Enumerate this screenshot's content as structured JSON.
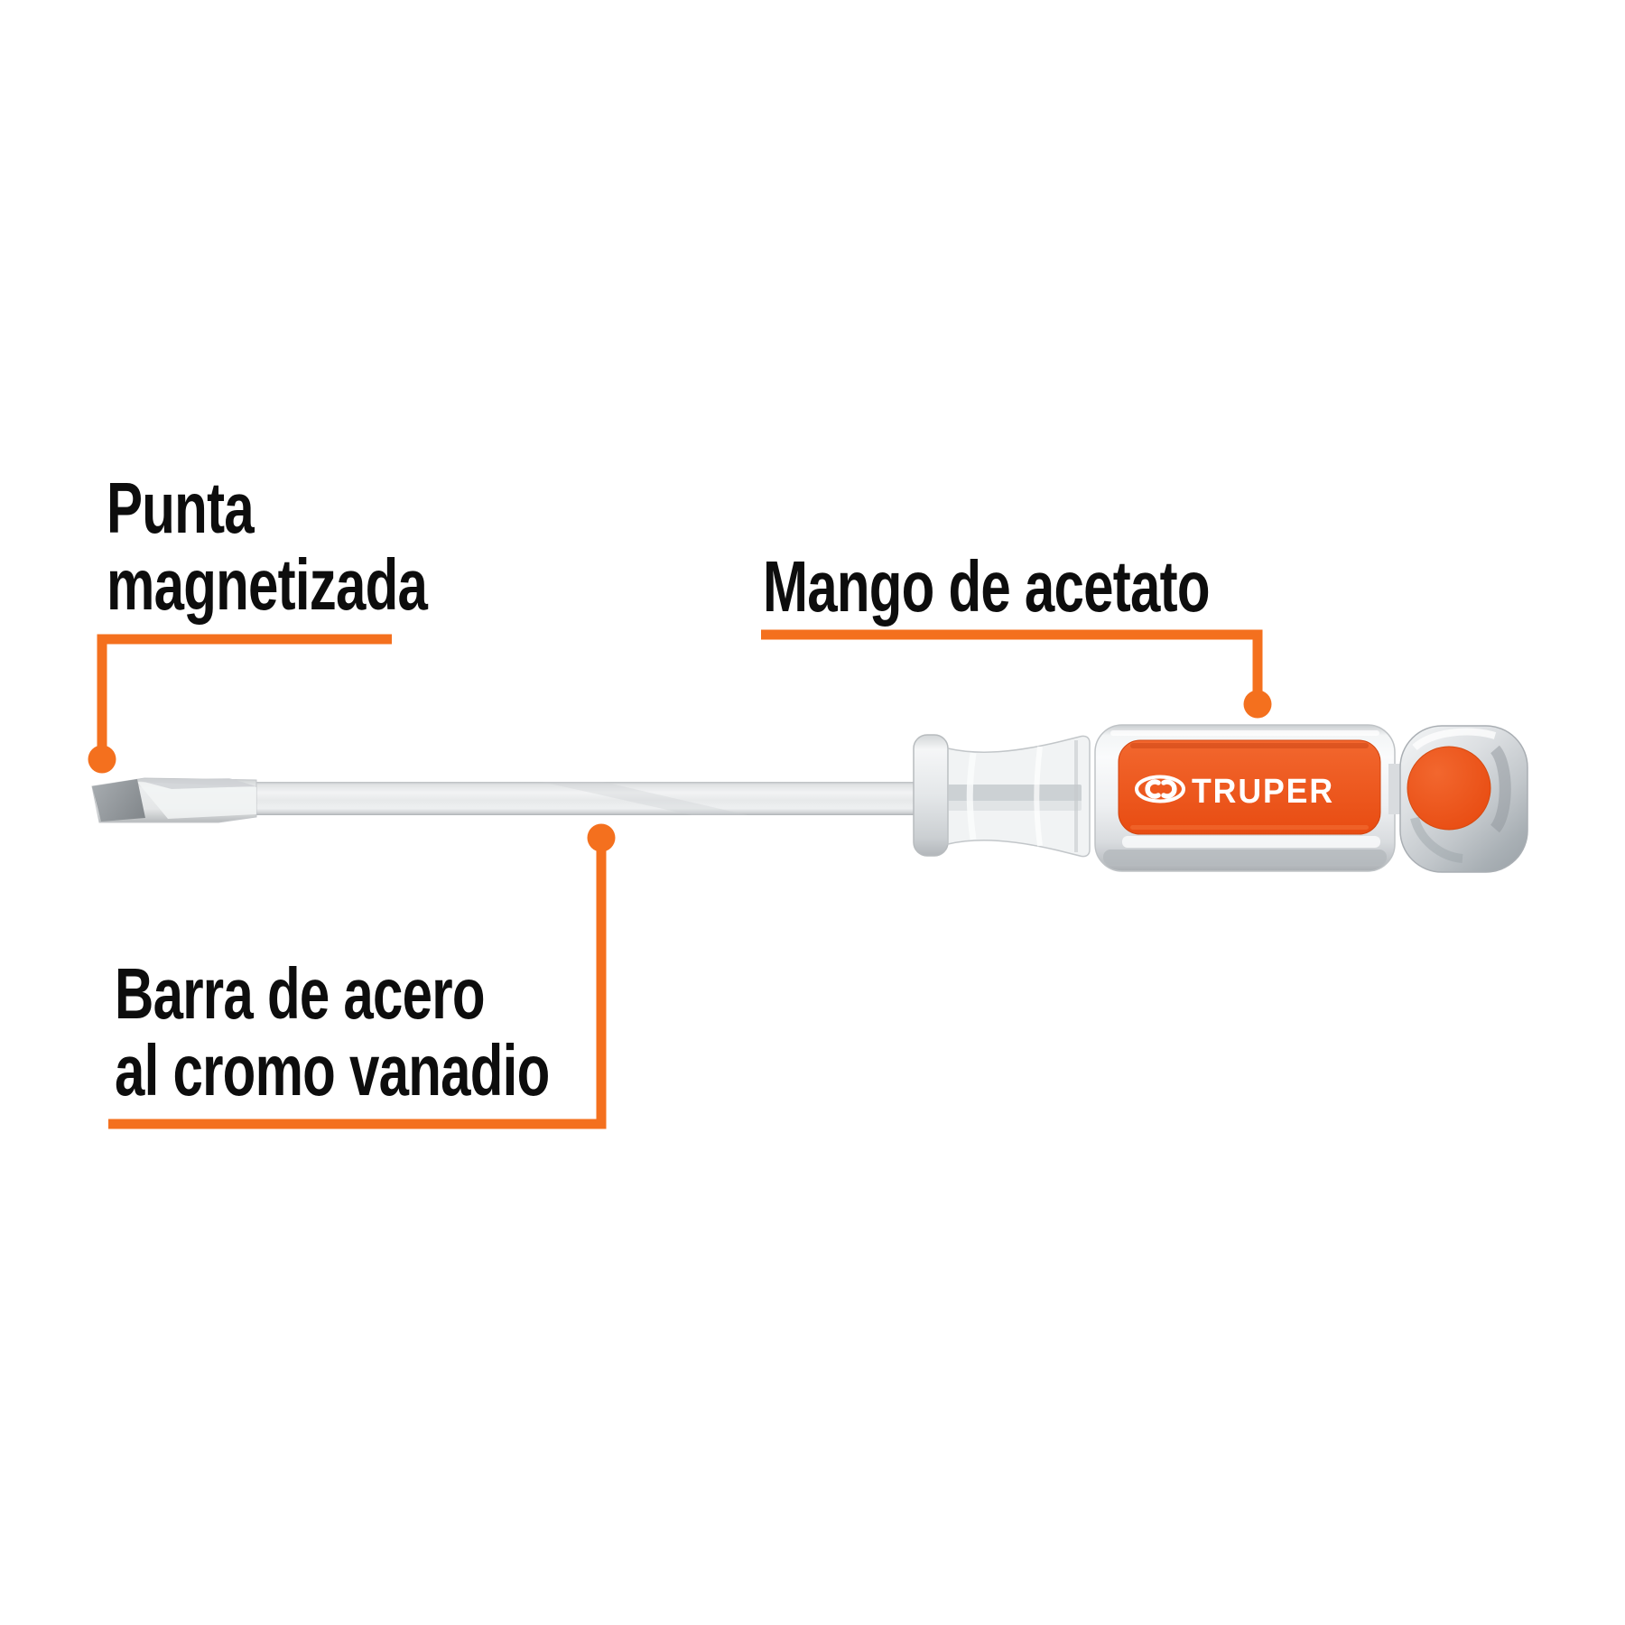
{
  "brand": {
    "name": "TRUPER"
  },
  "labels": {
    "tip": "Punta\nmagnetizada",
    "handle": "Mango de acetato",
    "bar": "Barra de acero\nal cromo vanadio"
  },
  "colors": {
    "accent": "#F4701E",
    "panel_top": "#F2672E",
    "panel_bottom": "#E84C12",
    "logo_text": "#FFFFFF"
  }
}
